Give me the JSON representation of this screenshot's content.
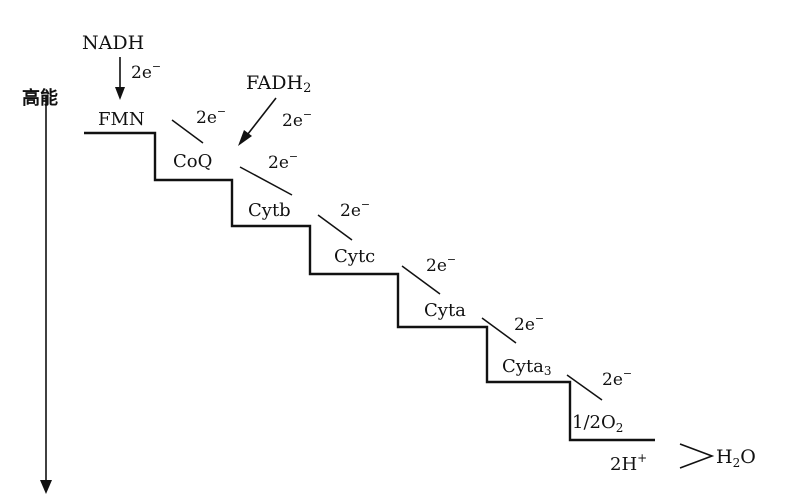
{
  "axis": {
    "label": "高能"
  },
  "donors": {
    "nadh": "NADH",
    "fadh2": "FADH",
    "fadh2_sub": "2"
  },
  "electrons": "2e",
  "electron_charge": "−",
  "carriers": {
    "fmn": "FMN",
    "coq": "CoQ",
    "cytb": "Cytb",
    "cytc": "Cytc",
    "cyta": "Cyta",
    "cyta3": "Cyta",
    "cyta3_sub": "3",
    "oxygen": "1/2O",
    "oxygen_sub": "2"
  },
  "products": {
    "protons": "2H",
    "protons_sup": "+",
    "water_h": "H",
    "water_sub": "2",
    "water_o": "O"
  }
}
